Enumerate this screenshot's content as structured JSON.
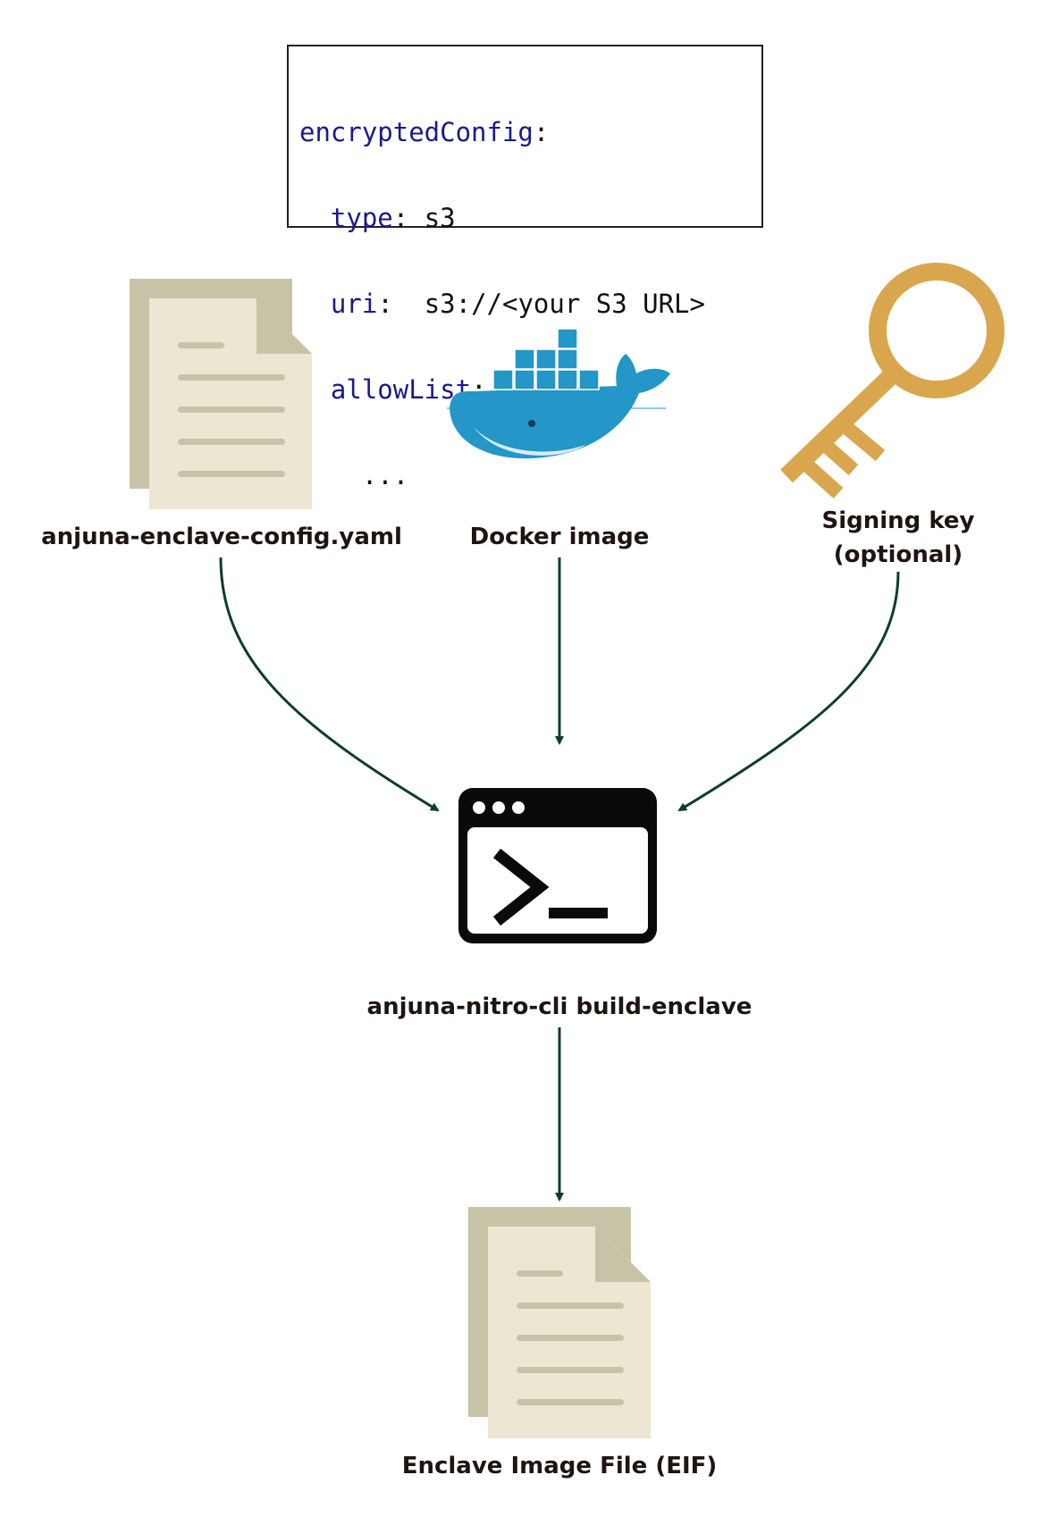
{
  "code": {
    "lines": [
      {
        "key": "encryptedConfig",
        "sep": ":",
        "value": ""
      },
      {
        "key": "type",
        "sep": ":",
        "value": " s3"
      },
      {
        "key": "uri",
        "sep": ":",
        "value": "  s3://<your S3 URL>"
      },
      {
        "key": "allowList",
        "sep": ":",
        "value": ""
      },
      {
        "key": "",
        "sep": "",
        "value": "..."
      }
    ]
  },
  "nodes": {
    "config_label": "anjuna-enclave-config.yaml",
    "docker_label": "Docker image",
    "key_label_1": "Signing key",
    "key_label_2": "(optional)",
    "cli_label": "anjuna-nitro-cli build-enclave",
    "eif_label": "Enclave Image File (EIF)"
  },
  "icons": {
    "config": "document-icon",
    "docker": "docker-whale-icon",
    "key": "key-icon",
    "cli": "terminal-icon",
    "eif": "document-icon"
  },
  "colors": {
    "arrow": "#0f3d2a",
    "document_back": "#c8c3a7",
    "document_front": "#ece6d3",
    "document_lines": "#c9c2a6",
    "key": "#d9a64e",
    "docker": "#2496c8",
    "code_keyword": "#1a1a8a"
  }
}
